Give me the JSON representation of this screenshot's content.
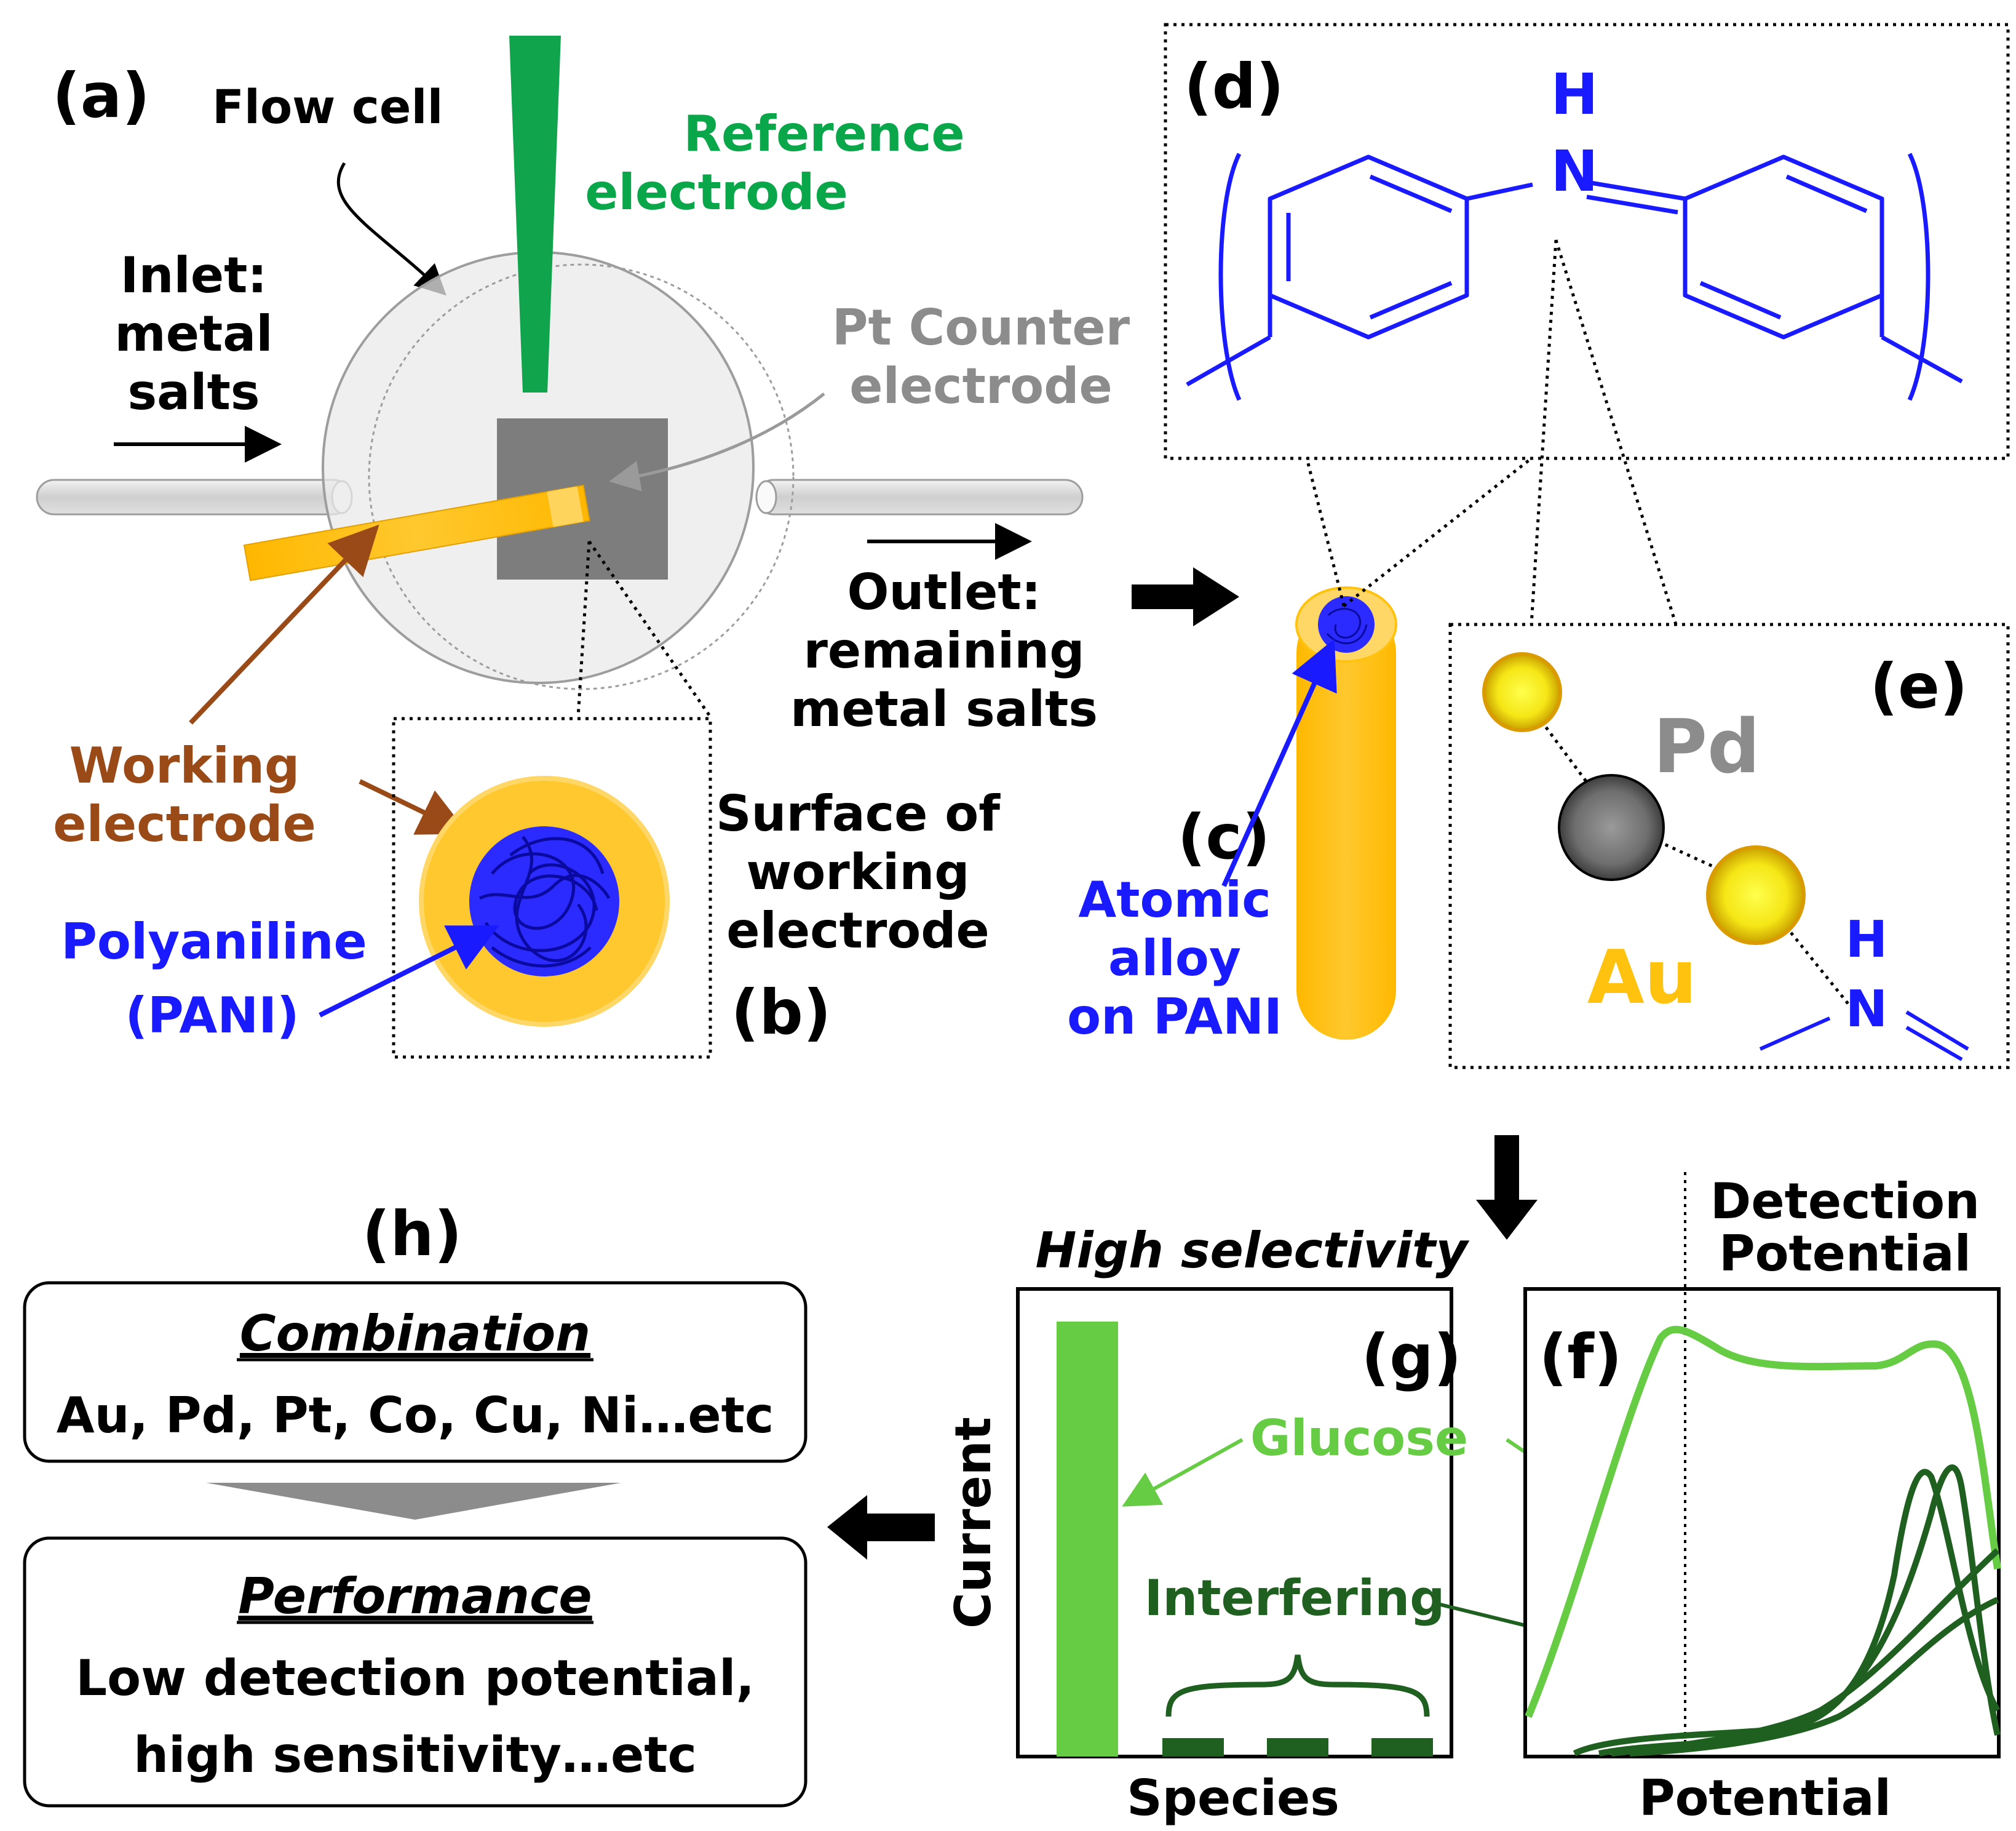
{
  "panels": {
    "a": "(a)",
    "b": "(b)",
    "c": "(c)",
    "d": "(d)",
    "e": "(e)",
    "f": "(f)",
    "g": "(g)",
    "h": "(h)"
  },
  "flow_cell": {
    "title": "Flow cell",
    "reference": [
      "Reference",
      "electrode"
    ],
    "inlet": [
      "Inlet:",
      "metal",
      "salts"
    ],
    "counter": [
      "Pt Counter",
      "electrode"
    ],
    "outlet": [
      "Outlet:",
      "remaining",
      "metal salts"
    ],
    "working": [
      "Working",
      "electrode"
    ],
    "surface": [
      "Surface of",
      "working",
      "electrode"
    ],
    "pani": [
      "Polyaniline",
      "(PANI)"
    ]
  },
  "electrode_tip": {
    "label": [
      "Atomic",
      "alloy",
      "on PANI"
    ]
  },
  "structure": {
    "h": "H",
    "n": "N",
    "pd": "Pd",
    "au": "Au"
  },
  "plots": {
    "selectivity_title": "High selectivity",
    "detection": [
      "Detection",
      "Potential"
    ],
    "ylabel": "Current",
    "g_xlabel": "Species",
    "f_xlabel": "Potential",
    "glucose": "Glucose",
    "interfering": "Interfering"
  },
  "summary": {
    "combination_title": "Combination",
    "combination_text": "Au, Pd, Pt, Co, Cu, Ni…etc",
    "performance_title": "Performance",
    "performance_line1": "Low detection potential,",
    "performance_line2": "high sensitivity…etc"
  },
  "colors": {
    "reference": "#0aa64a",
    "counter": "#8c8c8c",
    "working": "#9a4a16",
    "pani": "#1a1aff",
    "gold": "#ffc20e",
    "glucose": "#66cc44",
    "interfering": "#1f5f1f",
    "pd": "#8c8c8c"
  }
}
